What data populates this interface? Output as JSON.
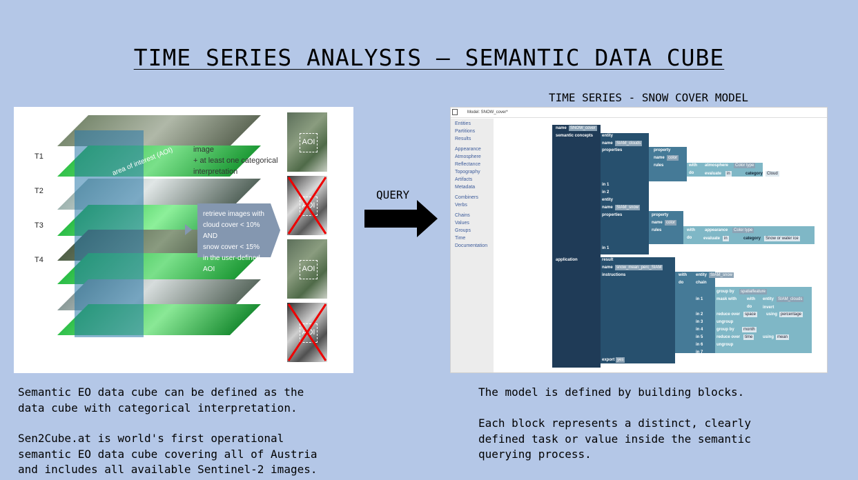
{
  "slide": {
    "title": "TIME SERIES ANALYSIS – SEMANTIC DATA CUBE",
    "subtitle": "TIME SERIES - SNOW COVER MODEL",
    "query_label": "QUERY",
    "left_text_1": "Semantic EO data cube can be defined as the\ndata cube with categorical interpretation.",
    "left_text_2": "Sen2Cube.at is world's first operational\nsemantic EO data cube covering all of Austria\nand includes all available Sentinel-2 images.",
    "right_text_1": "The model is defined by building blocks.",
    "right_text_2": "Each block represents a distinct, clearly\ndefined task or value inside the semantic\nquerying process."
  },
  "figure": {
    "time_labels": [
      "T1",
      "T2",
      "T3",
      "T4"
    ],
    "aoi_label": "area of interest (AOI)",
    "note_lines": [
      "image",
      "+ at least one categorical",
      "interpretation"
    ],
    "retrieve_lines": [
      "retrieve images with",
      "cloud cover < 10% AND",
      "snow cover < 15%",
      "in the user-defined AOI"
    ],
    "thumb_label": "AOI"
  },
  "editor": {
    "header": "Model: SNOW_cover*",
    "sidebar_groups": [
      [
        "Entities",
        "Partitions",
        "Results"
      ],
      [
        "Appearance",
        "Atmosphere",
        "Reflectance",
        "Topography",
        "Artifacts",
        "Metadata"
      ],
      [
        "Combiners",
        "Verbs"
      ],
      [
        "Chains",
        "Values",
        "Groups",
        "Time",
        "Documentation"
      ]
    ],
    "blocks": {
      "name": "name",
      "model_name": "SNOW_cover",
      "semantic_concepts": "semantic concepts",
      "entity": "entity",
      "entity1_name": "SIAM_clouds",
      "properties": "properties",
      "property": "property",
      "color": "color",
      "rules": "rules",
      "with": "with",
      "atmosphere": "atmosphere",
      "color_type": "Color type",
      "do": "do",
      "evaluate": "evaluate",
      "in": "in",
      "category": "category",
      "cloud": "Cloud",
      "in1": "in 1",
      "in2": "in 2",
      "entity2_name": "SIAM_snow",
      "appearance": "appearance",
      "snow_water": "Snow or water ice",
      "application": "application",
      "result": "result",
      "result_name": "snow_mean_perc_SIAM",
      "instructions": "instructions",
      "chain": "chain",
      "group_by": "group by",
      "spatialfeature": "spatialfeature",
      "mask_with": "mask with",
      "invert": "invert",
      "reduce_over": "reduce over",
      "space": "space",
      "using": "using",
      "percentage": "percentage",
      "ungroup": "ungroup",
      "month": "month",
      "time": "time",
      "mean": "mean",
      "in3": "in 3",
      "in4": "in 4",
      "in5": "in 5",
      "in6": "in 6",
      "in7": "in 7",
      "export": "export",
      "yes": "yes"
    }
  }
}
